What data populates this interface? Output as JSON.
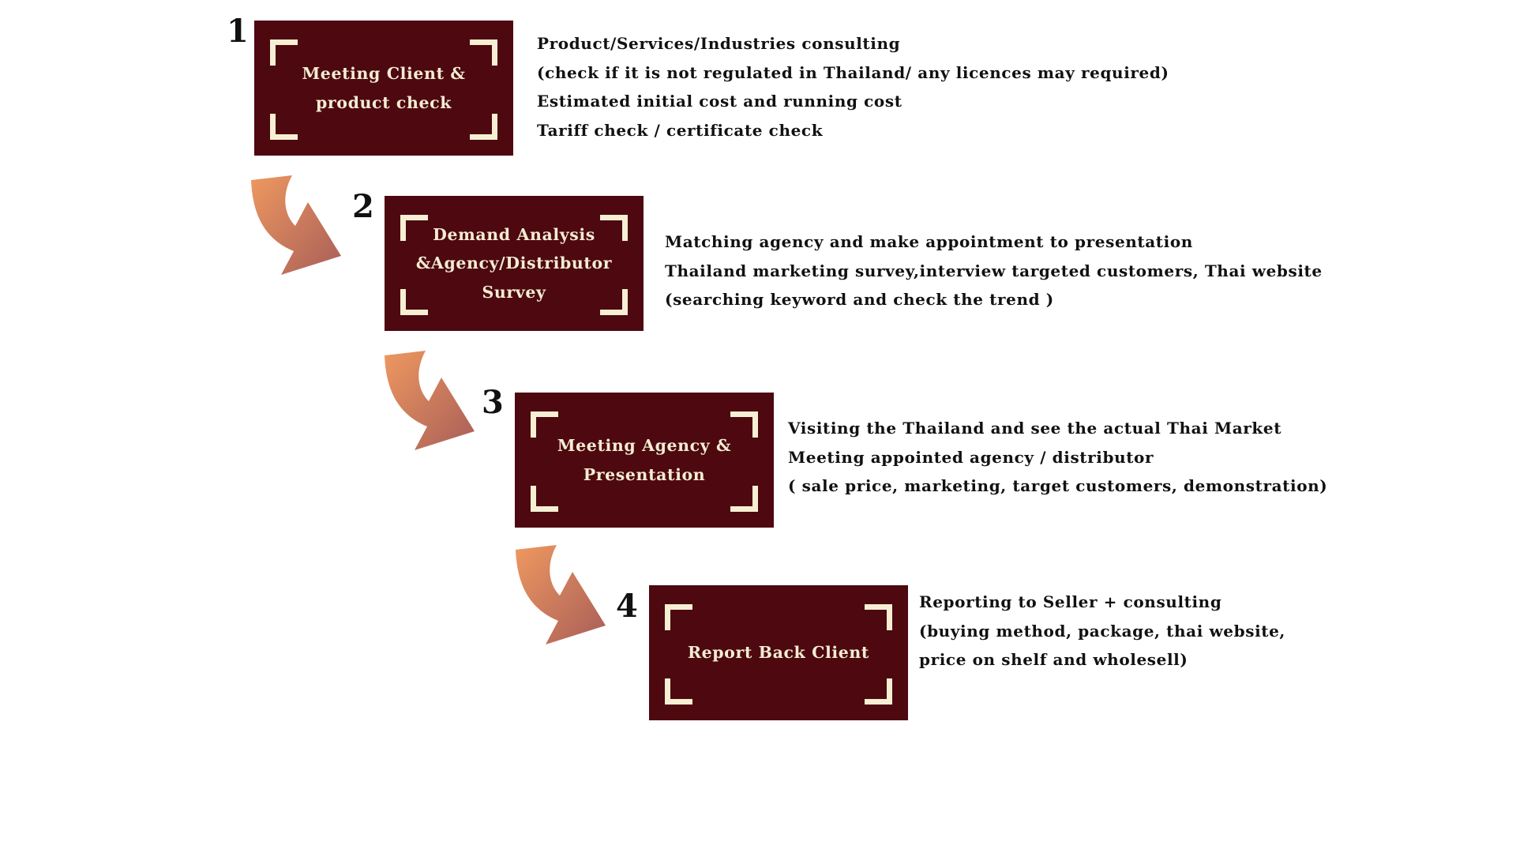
{
  "steps": [
    {
      "number": "1",
      "box_lines": [
        "Meeting  Client  &",
        "product check"
      ],
      "description": [
        "Product/Services/Industries consulting",
        "(check if it is not regulated in Thailand/ any licences may required)",
        "Estimated initial cost and running cost",
        "Tariff check / certificate check"
      ]
    },
    {
      "number": "2",
      "box_lines": [
        "Demand Analysis",
        "&Agency/Distributor",
        "Survey"
      ],
      "description": [
        "Matching agency and make appointment to presentation",
        "Thailand marketing survey,interview targeted customers, Thai website",
        "(searching keyword and check the trend )"
      ]
    },
    {
      "number": "3",
      "box_lines": [
        "Meeting Agency &",
        "Presentation"
      ],
      "description": [
        "Visiting the Thailand and see the actual Thai Market",
        "Meeting appointed agency / distributor",
        "( sale price, marketing, target customers, demonstration)"
      ]
    },
    {
      "number": "4",
      "box_lines": [
        "Report Back Client"
      ],
      "description": [
        "Reporting to Seller + consulting",
        "(buying method, package, thai website,",
        "price on shelf and wholesell)"
      ]
    }
  ],
  "colors": {
    "box_fill": "#4d0810",
    "box_text": "#f3ecd2",
    "corner_marks": "#f6efd4",
    "arrow_gradient_start": "#ee9860",
    "arrow_gradient_end": "#a85e58"
  },
  "icons": {
    "flow_arrow": "curved-arrow-down-right-icon"
  }
}
